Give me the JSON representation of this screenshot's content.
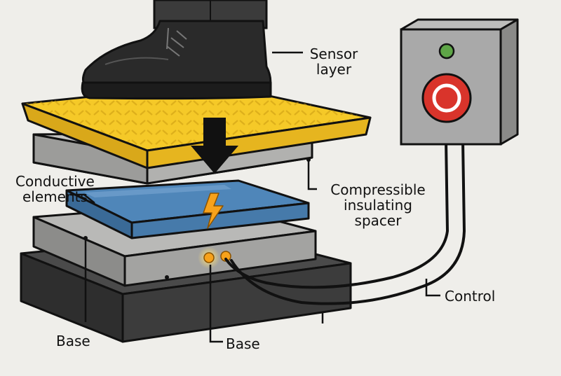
{
  "labels": {
    "sensor_layer": [
      "Sensor",
      "layer"
    ],
    "conductive_elements": [
      "Conductive",
      "elements"
    ],
    "compressible_spacer": [
      "Compressible",
      "insulating",
      "spacer"
    ],
    "control": "Control",
    "base_left": "Base",
    "base_bottom": "Base"
  },
  "icons": {
    "boot": "boot-icon",
    "arrow": "down-arrow-icon",
    "spark": "lightning-icon",
    "button": "stop-button-icon"
  },
  "colors": {
    "sensor_yellow": "#f5c928",
    "conductive_blue": "#4f86b9",
    "base_dark": "#3a3a3a",
    "panel_gray": "#a9a9a9",
    "button_red": "#d9342b",
    "led_green": "#5ea547",
    "spark_orange": "#f7a21b"
  }
}
